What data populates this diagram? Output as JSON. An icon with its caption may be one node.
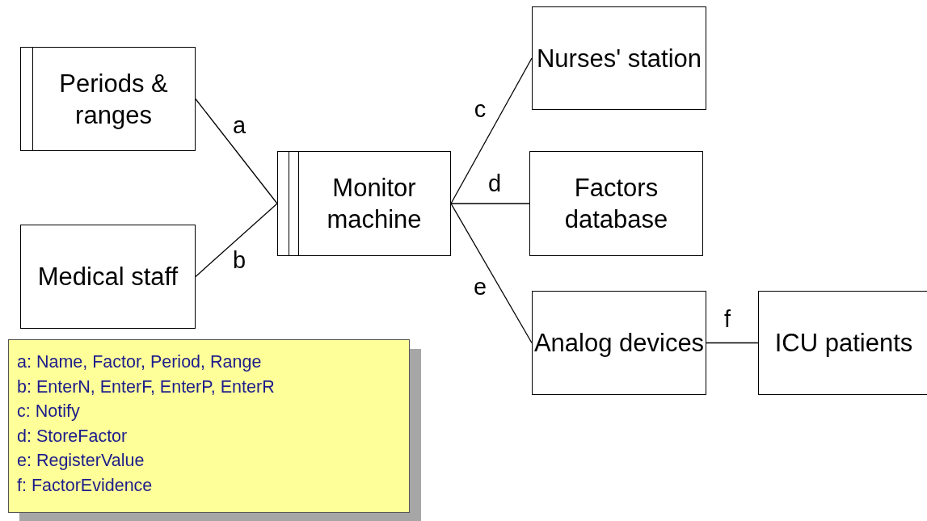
{
  "diagram": {
    "nodes": [
      {
        "text": [
          "Periods & ranges"
        ]
      },
      {
        "text": [
          "Medical staff"
        ]
      },
      {
        "text": [
          "Monitor machine"
        ]
      },
      {
        "text": [
          "Nurses' station"
        ]
      },
      {
        "text": [
          "Factors database"
        ]
      },
      {
        "text": [
          "Analog devices"
        ]
      },
      {
        "text": [
          "ICU patients"
        ]
      },
      {
        "text": [
          "a: Name, Factor, Period, Range",
          "b: EnterN, EnterF, EnterP, EnterR",
          "c: Notify",
          "d: StoreFactor",
          "e: RegisterValue",
          "f: FactorEvidence"
        ]
      }
    ],
    "edges": [
      {
        "from": 0,
        "to": 2,
        "arrow": "none",
        "label": "a"
      },
      {
        "from": 1,
        "to": 2,
        "arrow": "none",
        "label": "b"
      },
      {
        "from": 2,
        "to": 3,
        "arrow": "none",
        "label": "c"
      },
      {
        "from": 2,
        "to": 4,
        "arrow": "none",
        "label": "d"
      },
      {
        "from": 2,
        "to": 5,
        "arrow": "none",
        "label": "e"
      },
      {
        "from": 5,
        "to": 6,
        "arrow": "none",
        "label": "f"
      }
    ]
  }
}
